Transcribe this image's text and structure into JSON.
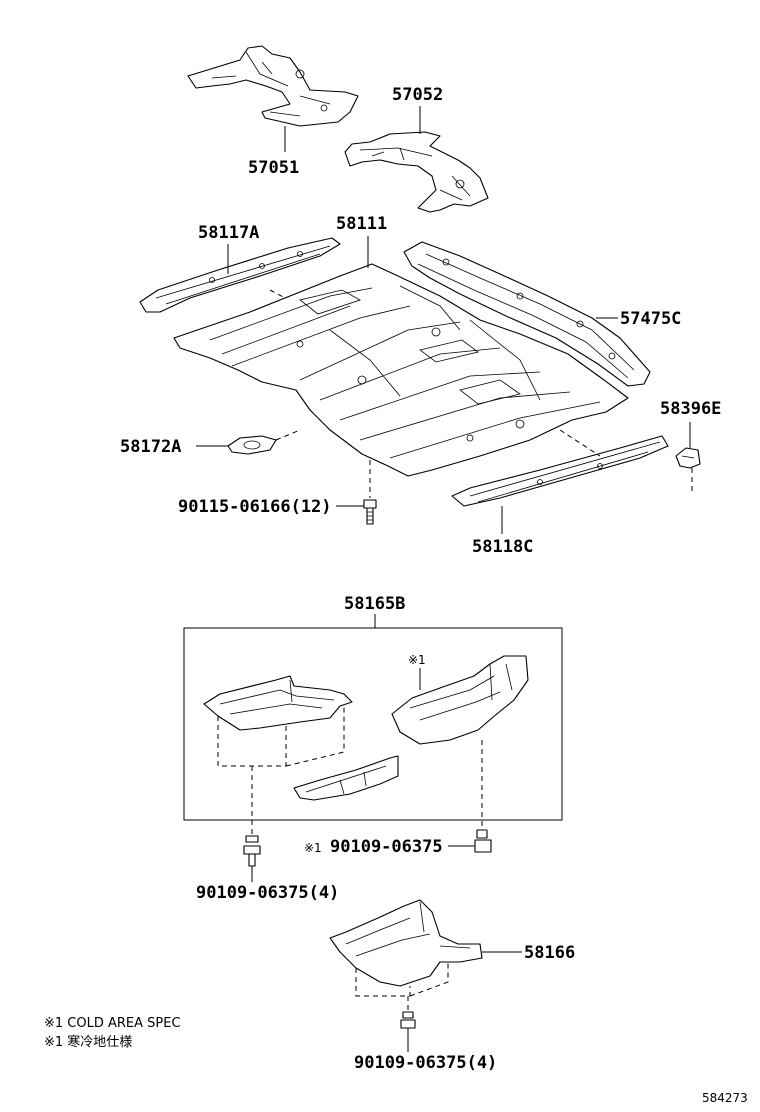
{
  "labels": {
    "p57052": "57052",
    "p57051": "57051",
    "p58111": "58111",
    "p58117A": "58117A",
    "p57475C": "57475C",
    "p58396E": "58396E",
    "p58172A": "58172A",
    "p90115": "90115-06166(12)",
    "p58118C": "58118C",
    "p58165B": "58165B",
    "p90109_mid": "90109-06375",
    "p90109_left": "90109-06375(4)",
    "p58166": "58166",
    "p90109_bottom": "90109-06375(4)"
  },
  "marks": {
    "cold_mark_inside": "※1",
    "cold_mark_bolt": "※1"
  },
  "notes": [
    "※1 COLD AREA SPEC",
    "※1 寒冷地仕様"
  ],
  "diagram_id": "584273"
}
